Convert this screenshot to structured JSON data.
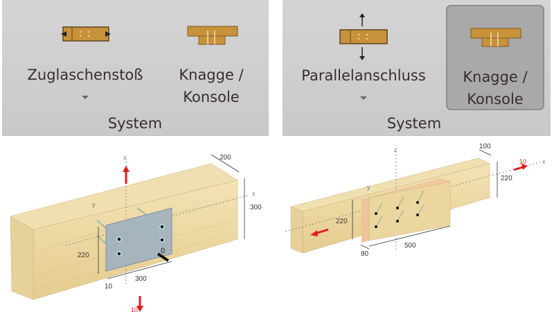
{
  "left_panel": {
    "buttons": [
      {
        "label": "Zuglaschenstoß",
        "has_dropdown": true,
        "icon": "tension-splice-icon"
      },
      {
        "label_line1": "Knagge /",
        "label_line2": "Konsole",
        "icon": "bracket-console-icon"
      }
    ],
    "group_label": "System"
  },
  "right_panel": {
    "buttons": [
      {
        "label": "Parallelanschluss",
        "has_dropdown": true,
        "icon": "parallel-connection-icon"
      },
      {
        "label_line1": "Knagge /",
        "label_line2": "Konsole",
        "icon": "bracket-console-icon",
        "selected": true
      }
    ],
    "group_label": "System"
  },
  "left_view": {
    "axes": {
      "z": "z",
      "y": "y",
      "x": "x"
    },
    "dims": {
      "width": "200",
      "height": "300",
      "plate_height": "220",
      "plate_length": "300",
      "edge": "10"
    },
    "loads": {
      "tension": "10",
      "moment": "0"
    }
  },
  "right_view": {
    "axes": {
      "z": "z",
      "y": "y",
      "x": "x"
    },
    "dims": {
      "width": "100",
      "height": "220",
      "bracket_height": "220",
      "bracket_length": "500",
      "bracket_thickness": "80"
    },
    "loads": {
      "axial": "10"
    }
  },
  "colors": {
    "wood": "#e9d39c",
    "icon_wood": "#c8923a",
    "plate": "#9fb0c0",
    "load": "#e41b1b",
    "ribbon": "#cfcfcf",
    "selected": "#a9a9a9"
  }
}
